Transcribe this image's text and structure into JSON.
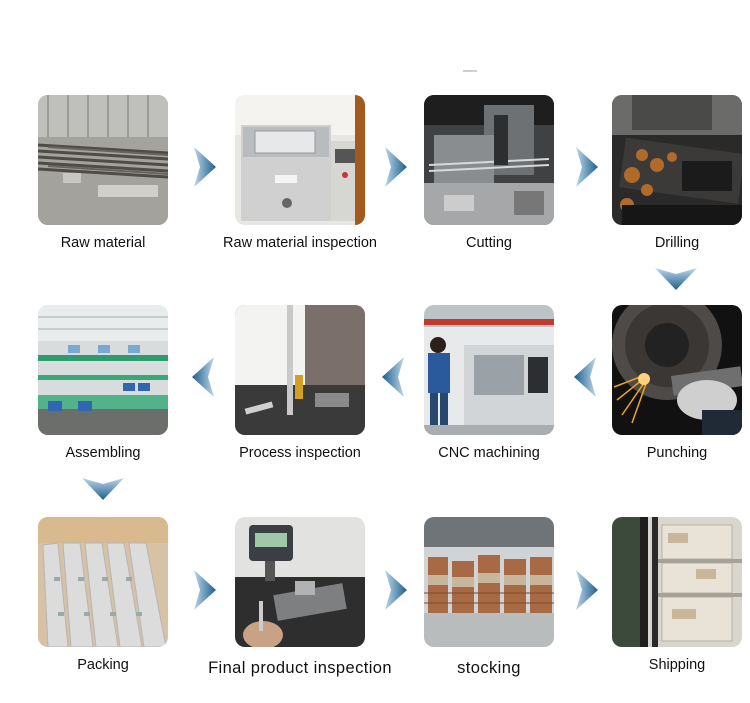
{
  "steps": [
    {
      "id": "raw-material",
      "label": "Raw material"
    },
    {
      "id": "raw-material-inspection",
      "label": "Raw material inspection"
    },
    {
      "id": "cutting",
      "label": "Cutting"
    },
    {
      "id": "drilling",
      "label": "Drilling"
    },
    {
      "id": "punching",
      "label": "Punching"
    },
    {
      "id": "cnc-machining",
      "label": "CNC machining"
    },
    {
      "id": "process-inspection",
      "label": "Process inspection"
    },
    {
      "id": "assembling",
      "label": "Assembling"
    },
    {
      "id": "packing",
      "label": "Packing"
    },
    {
      "id": "final-product-inspection",
      "label": "Final product inspection"
    },
    {
      "id": "stocking",
      "label": "stocking"
    },
    {
      "id": "shipping",
      "label": "Shipping"
    }
  ],
  "colors": {
    "arrow_dark": "#1c5f8c",
    "arrow_light": "#bcd6ea",
    "background": "#ffffff",
    "caption": "#111111"
  },
  "icons": {
    "arrow_right": "chevron-right-icon",
    "arrow_left": "chevron-left-icon",
    "arrow_down": "chevron-down-icon"
  }
}
